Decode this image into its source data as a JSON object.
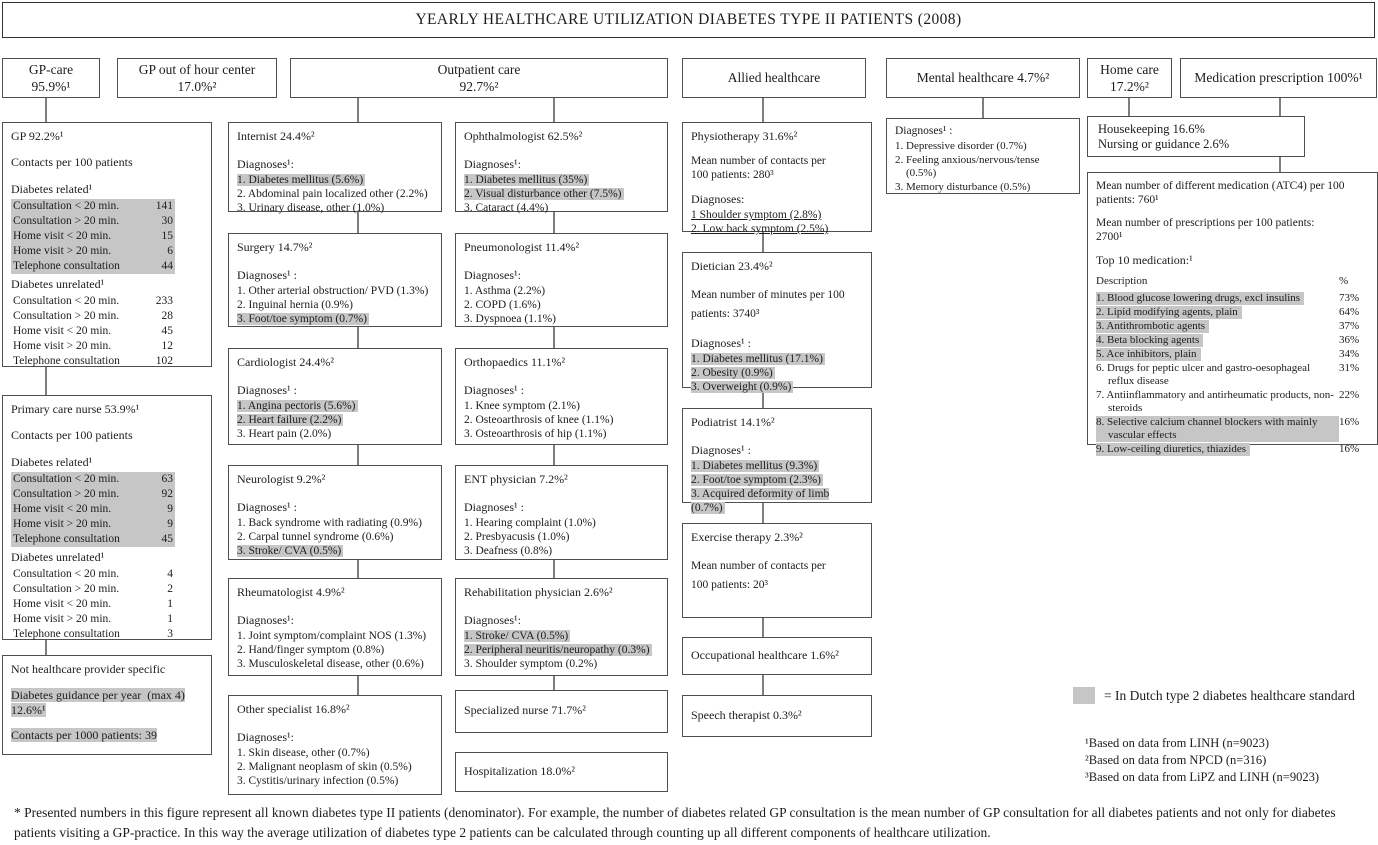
{
  "title": "YEARLY HEALTHCARE UTILIZATION DIABETES TYPE II PATIENTS (2008)",
  "colors": {
    "highlight": "#c6c6c6",
    "connector": "#7e7e7e",
    "border": "#4f4f4f"
  },
  "headers": {
    "gp_care": "GP-care\n95.9%¹",
    "gp_out_of_hour": "GP out of hour center\n17.0%²",
    "outpatient": "Outpatient care\n92.7%²",
    "allied": "Allied healthcare",
    "mental": "Mental healthcare 4.7%²",
    "home": "Home care\n17.2%²",
    "medication": "Medication prescription 100%¹"
  },
  "gp_column": {
    "gp": {
      "title": "GP 92.2%¹",
      "contacts_label": "Contacts per 100 patients",
      "related_label": "Diabetes related¹",
      "related": [
        {
          "label": "Consultation < 20 min.",
          "value": "141",
          "hl": true
        },
        {
          "label": "Consultation > 20 min.",
          "value": "30",
          "hl": true
        },
        {
          "label": "Home visit < 20 min.",
          "value": "15",
          "hl": true
        },
        {
          "label": "Home visit > 20 min.",
          "value": "6",
          "hl": true
        },
        {
          "label": "Telephone consultation",
          "value": "44",
          "hl": true
        }
      ],
      "unrelated_label": "Diabetes unrelated¹",
      "unrelated": [
        {
          "label": "Consultation < 20 min.",
          "value": "233",
          "hl": false
        },
        {
          "label": "Consultation > 20 min.",
          "value": "28",
          "hl": false
        },
        {
          "label": "Home visit < 20 min.",
          "value": "45",
          "hl": false
        },
        {
          "label": "Home visit > 20 min.",
          "value": "12",
          "hl": false
        },
        {
          "label": "Telephone consultation",
          "value": "102",
          "hl": false
        }
      ]
    },
    "nurse": {
      "title": "Primary care nurse 53.9%¹",
      "contacts_label": "Contacts per 100 patients",
      "related_label": "Diabetes related¹",
      "related": [
        {
          "label": "Consultation < 20 min.",
          "value": "63",
          "hl": true
        },
        {
          "label": "Consultation > 20 min.",
          "value": "92",
          "hl": true
        },
        {
          "label": "Home visit < 20 min.",
          "value": "9",
          "hl": true
        },
        {
          "label": "Home visit > 20 min.",
          "value": "9",
          "hl": true
        },
        {
          "label": "Telephone consultation",
          "value": "45",
          "hl": true
        }
      ],
      "unrelated_label": "Diabetes unrelated¹",
      "unrelated": [
        {
          "label": "Consultation < 20 min.",
          "value": "4",
          "hl": false
        },
        {
          "label": "Consultation > 20 min.",
          "value": "2",
          "hl": false
        },
        {
          "label": "Home visit < 20 min.",
          "value": "1",
          "hl": false
        },
        {
          "label": "Home visit > 20 min.",
          "value": "1",
          "hl": false
        },
        {
          "label": "Telephone consultation",
          "value": "3",
          "hl": false
        }
      ]
    },
    "not_specific": {
      "title": "Not healthcare provider specific",
      "guidance_line1": {
        "text": "Diabetes guidance per year  (max 4)",
        "hl": true
      },
      "guidance_line2": {
        "text": "12.6%¹",
        "hl": true
      },
      "contacts": {
        "text": "Contacts per 1000 patients: 39",
        "hl": true
      }
    }
  },
  "outpatient_col1": [
    {
      "title": "Internist 24.4%²",
      "diag": "Diagnoses¹:",
      "items": [
        {
          "text": "1. Diabetes mellitus (5.6%)",
          "hl": true
        },
        {
          "text": "2. Abdominal pain localized other (2.2%)",
          "hl": false
        },
        {
          "text": "3. Urinary disease, other (1.0%)",
          "hl": false
        }
      ]
    },
    {
      "title": "Surgery 14.7%²",
      "diag": "Diagnoses¹ :",
      "items": [
        {
          "text": "1. Other arterial obstruction/ PVD (1.3%)",
          "hl": false
        },
        {
          "text": "2. Inguinal hernia (0.9%)",
          "hl": false
        },
        {
          "text": "3. Foot/toe symptom (0.7%)",
          "hl": true
        }
      ]
    },
    {
      "title": "Cardiologist 24.4%²",
      "diag": "Diagnoses¹ :",
      "items": [
        {
          "text": "1. Angina pectoris (5.6%)",
          "hl": true
        },
        {
          "text": "2. Heart failure (2.2%)",
          "hl": true
        },
        {
          "text": "3. Heart pain (2.0%)",
          "hl": false
        }
      ]
    },
    {
      "title": "Neurologist 9.2%²",
      "diag": "Diagnoses¹ :",
      "items": [
        {
          "text": "1. Back syndrome with radiating (0.9%)",
          "hl": false
        },
        {
          "text": "2. Carpal tunnel syndrome (0.6%)",
          "hl": false
        },
        {
          "text": "3. Stroke/ CVA (0.5%)",
          "hl": true
        }
      ]
    },
    {
      "title": "Rheumatologist 4.9%²",
      "diag": "Diagnoses¹:",
      "items": [
        {
          "text": "1. Joint symptom/complaint NOS (1.3%)",
          "hl": false
        },
        {
          "text": "2. Hand/finger symptom (0.8%)",
          "hl": false
        },
        {
          "text": "3. Musculoskeletal disease, other (0.6%)",
          "hl": false
        }
      ]
    },
    {
      "title": "Other specialist 16.8%²",
      "diag": "Diagnoses¹:",
      "items": [
        {
          "text": "1. Skin disease, other (0.7%)",
          "hl": false
        },
        {
          "text": "2. Malignant neoplasm of skin (0.5%)",
          "hl": false
        },
        {
          "text": "3. Cystitis/urinary infection (0.5%)",
          "hl": false
        }
      ]
    }
  ],
  "outpatient_col2": [
    {
      "title": "Ophthalmologist 62.5%²",
      "diag": "Diagnoses¹:",
      "items": [
        {
          "text": "1. Diabetes mellitus (35%)",
          "hl": true
        },
        {
          "text": "2. Visual disturbance other (7.5%)",
          "hl": true
        },
        {
          "text": "3. Cataract (4.4%)",
          "hl": false
        }
      ]
    },
    {
      "title": "Pneumonologist 11.4%²",
      "diag": "Diagnoses¹:",
      "items": [
        {
          "text": "1. Asthma (2.2%)",
          "hl": false
        },
        {
          "text": "2. COPD (1.6%)",
          "hl": false
        },
        {
          "text": "3. Dyspnoea (1.1%)",
          "hl": false
        }
      ]
    },
    {
      "title": "Orthopaedics 11.1%²",
      "diag": "Diagnoses¹ :",
      "items": [
        {
          "text": "1. Knee symptom (2.1%)",
          "hl": false
        },
        {
          "text": "2. Osteoarthrosis of knee (1.1%)",
          "hl": false
        },
        {
          "text": "3. Osteoarthrosis of hip (1.1%)",
          "hl": false
        }
      ]
    },
    {
      "title": "ENT physician 7.2%²",
      "diag": "Diagnoses¹ :",
      "items": [
        {
          "text": "1. Hearing complaint (1.0%)",
          "hl": false
        },
        {
          "text": "2. Presbyacusis (1.0%)",
          "hl": false
        },
        {
          "text": "3. Deafness  (0.8%)",
          "hl": false
        }
      ]
    },
    {
      "title": "Rehabilitation physician 2.6%²",
      "diag": "Diagnoses¹:",
      "items": [
        {
          "text": "1. Stroke/ CVA (0.5%)",
          "hl": true
        },
        {
          "text": "2. Peripheral neuritis/neuropathy (0.3%)",
          "hl": true
        },
        {
          "text": "3. Shoulder symptom (0.2%)",
          "hl": false
        }
      ]
    },
    {
      "title": "Specialized nurse 71.7%²"
    },
    {
      "title": "Hospitalization 18.0%²"
    }
  ],
  "allied": [
    {
      "title": "Physiotherapy 31.6%²",
      "mean": "Mean number of contacts per\n100 patients: 280³",
      "diag": "Diagnoses:",
      "items": [
        {
          "text": "1 Shoulder symptom (2.8%)",
          "hl": false,
          "underline": true
        },
        {
          "text": "2. Low back symptom (2.5%)",
          "hl": false,
          "underline": true
        }
      ]
    },
    {
      "title": "Dietician 23.4%²",
      "mean": "Mean number of minutes per 100\npatients: 3740³",
      "diag": "Diagnoses¹ :",
      "items": [
        {
          "text": "1. Diabetes mellitus (17.1%)",
          "hl": true
        },
        {
          "text": "2. Obesity (0.9%)",
          "hl": true
        },
        {
          "text": "3. Overweight (0.9%)",
          "hl": true
        }
      ]
    },
    {
      "title": "Podiatrist 14.1%²",
      "diag": "Diagnoses¹ :",
      "items": [
        {
          "text": "1. Diabetes mellitus (9.3%)",
          "hl": true
        },
        {
          "text": "2. Foot/toe symptom (2.3%)",
          "hl": true
        },
        {
          "text": "3. Acquired deformity of limb (0.7%)",
          "hl": true
        }
      ]
    },
    {
      "title": "Exercise therapy 2.3%²",
      "mean": "Mean number of contacts per\n100 patients: 20³"
    },
    {
      "title": "Occupational healthcare 1.6%²"
    },
    {
      "title": "Speech therapist 0.3%²"
    }
  ],
  "mental_box": {
    "diag": "Diagnoses¹ :",
    "items": [
      {
        "text": "1. Depressive disorder (0.7%)"
      },
      {
        "text": "2. Feeling anxious/nervous/tense\n    (0.5%)"
      },
      {
        "text": "3. Memory disturbance (0.5%)"
      }
    ]
  },
  "home_box": {
    "text": "Housekeeping 16.6%\nNursing or guidance 2.6%"
  },
  "medication_box": {
    "mean1": "Mean number of different medication (ATC4) per 100 patients: 760¹",
    "mean2": "Mean number of prescriptions per 100 patients:\n2700¹",
    "top_label": "Top 10 medication:¹",
    "col_desc": "Description",
    "col_pct": "%",
    "items": [
      {
        "desc": "1. Blood glucose lowering drugs, excl insulins",
        "pct": "73%",
        "hl": true
      },
      {
        "desc": "2. Lipid modifying agents, plain",
        "pct": "64%",
        "hl": true
      },
      {
        "desc": "3. Antithrombotic agents",
        "pct": "37%",
        "hl": true
      },
      {
        "desc": "4. Beta blocking agents",
        "pct": "36%",
        "hl": true
      },
      {
        "desc": "5. Ace inhibitors, plain",
        "pct": "34%",
        "hl": true
      },
      {
        "desc": "6. Drugs for peptic ulcer and gastro-oesophageal reflux disease",
        "pct": "31%",
        "hl": false
      },
      {
        "desc": "7. Antiinflammatory and antirheumatic products, non-steroids",
        "pct": "22%",
        "hl": false
      },
      {
        "desc": "8. Selective calcium channel blockers with mainly vascular effects",
        "pct": "16%",
        "hl": true
      },
      {
        "desc": "9. Low-ceiling diuretics, thiazides",
        "pct": "16%",
        "hl": true
      }
    ]
  },
  "legend": {
    "text": "= In Dutch type 2 diabetes healthcare standard"
  },
  "footnotes": [
    "¹Based on data from LINH (n=9023)",
    "²Based on data from NPCD (n=316)",
    "³Based on data from LiPZ and LINH (n=9023)"
  ],
  "footer": "* Presented numbers in this figure represent all known diabetes type II patients (denominator). For example, the number of diabetes related GP consultation is the mean number of  GP consultation for all diabetes patients and not only for diabetes patients visiting a GP-practice. In this way the average utilization of diabetes type 2 patients can be calculated through counting up all different components of healthcare utilization."
}
